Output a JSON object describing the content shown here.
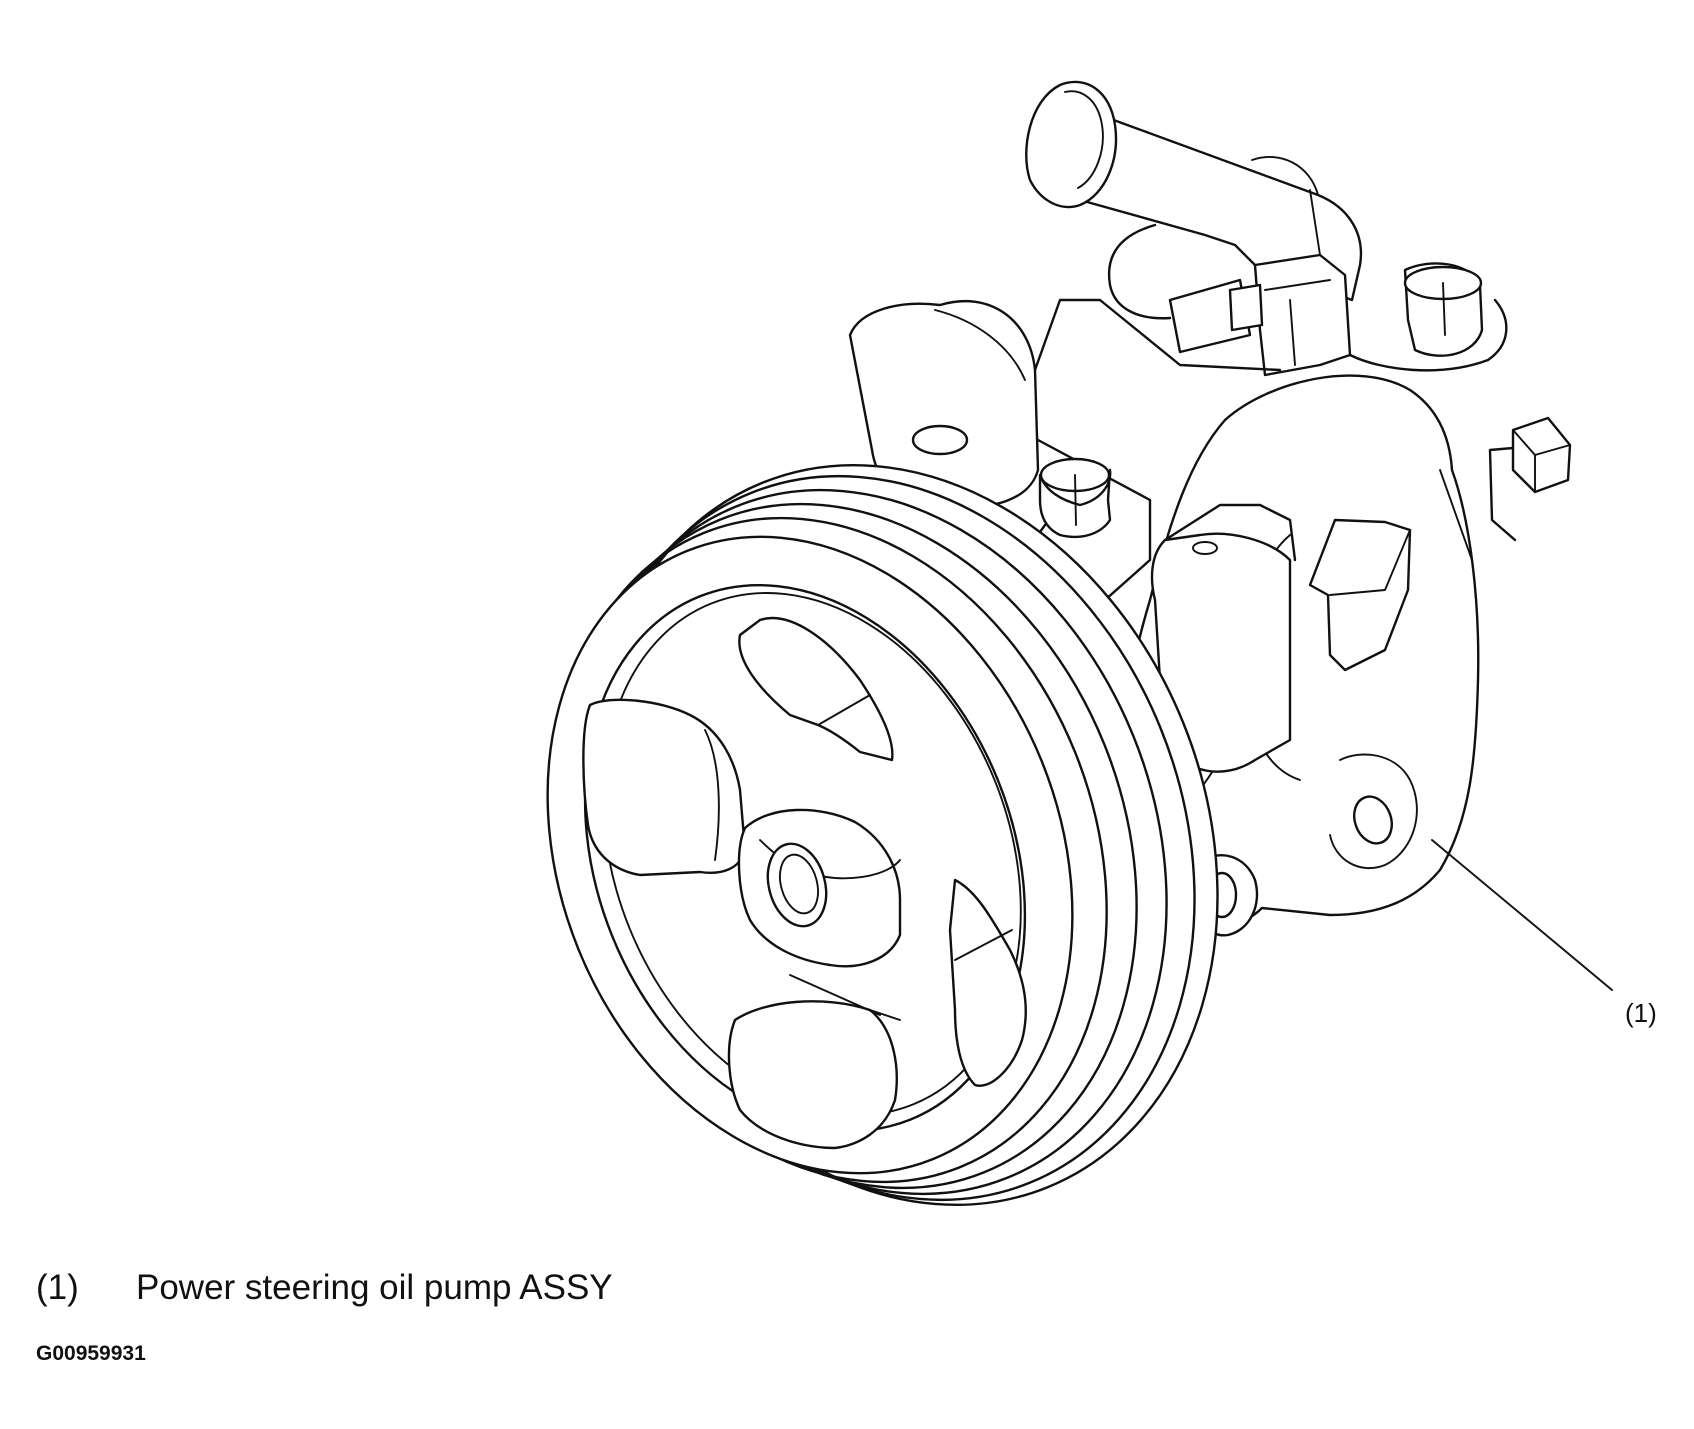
{
  "diagram": {
    "callouts": [
      {
        "id": "callout-1",
        "label": "(1)"
      }
    ]
  },
  "legend": {
    "items": [
      {
        "number": "(1)",
        "text": "Power steering oil pump ASSY"
      }
    ]
  },
  "figure_id": "G00959931"
}
